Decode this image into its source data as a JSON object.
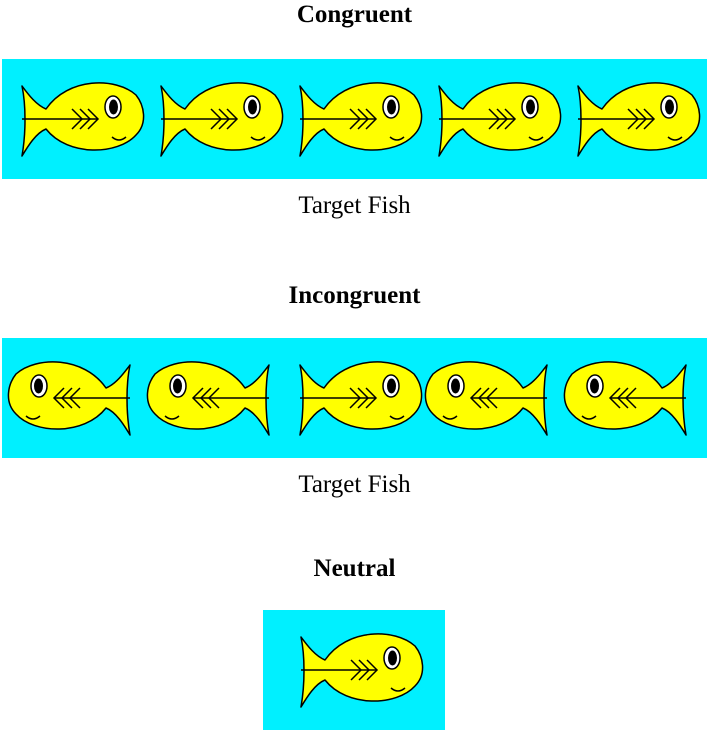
{
  "colors": {
    "water": "#00f0ff",
    "fish_body": "#ffff00",
    "outline": "#000000"
  },
  "icon": "fish-icon",
  "panels": {
    "congruent": {
      "title": "Congruent",
      "caption": "Target Fish",
      "fish_directions": [
        "right",
        "right",
        "right",
        "right",
        "right"
      ]
    },
    "incongruent": {
      "title": "Incongruent",
      "caption": "Target Fish",
      "fish_directions": [
        "left",
        "left",
        "right",
        "left",
        "left"
      ]
    },
    "neutral": {
      "title": "Neutral",
      "fish_directions": [
        "right"
      ]
    }
  }
}
